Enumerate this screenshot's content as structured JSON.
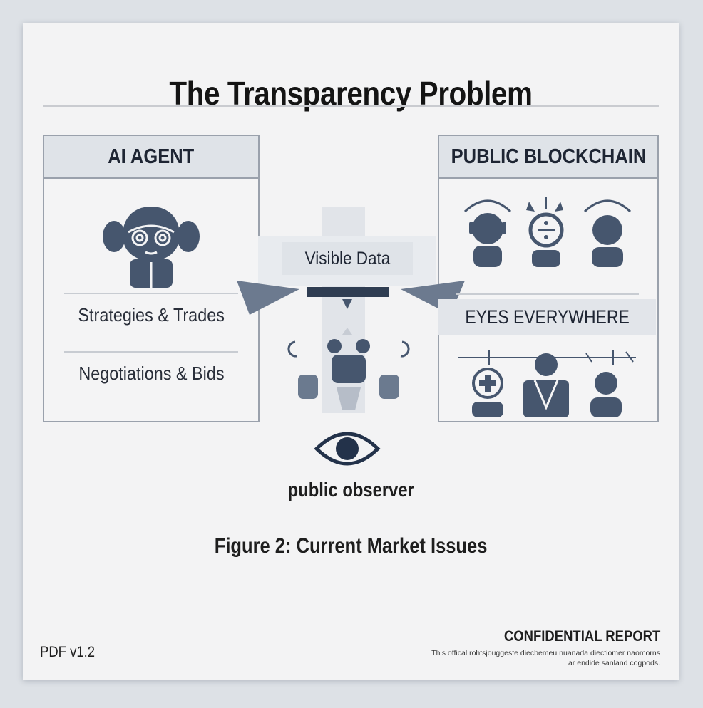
{
  "title": "The Transparency Problem",
  "left_panel": {
    "header": "AI AGENT",
    "items": [
      "Strategies & Trades",
      "Negotiations & Bids"
    ]
  },
  "center": {
    "label": "Visible Data",
    "observer_label": "public observer"
  },
  "right_panel": {
    "header": "PUBLIC BLOCKCHAIN",
    "subheader": "EYES EVERYWHERE"
  },
  "caption": "Figure 2: Current Market Issues",
  "footer": {
    "version": "PDF v1.2",
    "confidential_title": "CONFIDENTIAL REPORT",
    "confidential_text": "This offical rohtsjouggeste diecbemeu nuanada diectiomer naomorns ar endide sanland cogpods."
  },
  "colors": {
    "icon": "#46566e",
    "panel_border": "#9aa1ac",
    "header_fill": "#dfe3e8",
    "arrow": "#6c7a8f"
  }
}
